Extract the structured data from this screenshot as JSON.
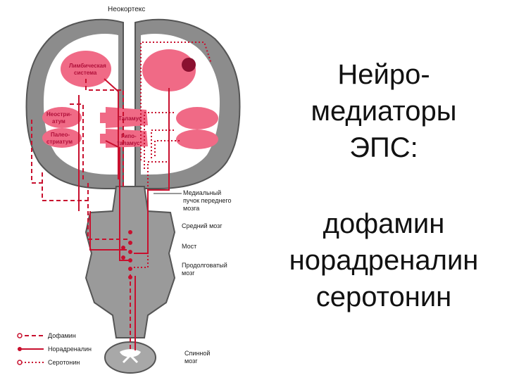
{
  "diagram": {
    "labels": {
      "neocortex": "Неокортекс",
      "limbic_1": "Лимбическая",
      "limbic_2": "система",
      "neostriatum_1": "Неостри-",
      "neostriatum_2": "атум",
      "paleostriatum_1": "Палео-",
      "paleostriatum_2": "стриатум",
      "thalamus": "Таламус",
      "hypothalamus_1": "Гипо-",
      "hypothalamus_2": "таламус",
      "mfb_1": "Медиальный",
      "mfb_2": "пучок переднего",
      "mfb_3": "мозга",
      "midbrain": "Средний мозг",
      "pons": "Мост",
      "medulla_1": "Продолговатый",
      "medulla_2": "мозг",
      "spinal_1": "Спинной",
      "spinal_2": "мозг"
    },
    "legend": [
      {
        "label": "Дофамин",
        "style": "dashed"
      },
      {
        "label": "Норадреналин",
        "style": "solid"
      },
      {
        "label": "Серотонин",
        "style": "dotted"
      }
    ],
    "colors": {
      "pathway": "#c8102e",
      "region_fill": "#f06a86",
      "cortex": "#8c8c8c",
      "brainstem": "#9a9a9a"
    }
  },
  "title": {
    "line1": "Нейро-",
    "line2": "медиаторы",
    "line3": "ЭПС:"
  },
  "items": [
    "дофамин",
    "норадреналин",
    "серотонин"
  ]
}
